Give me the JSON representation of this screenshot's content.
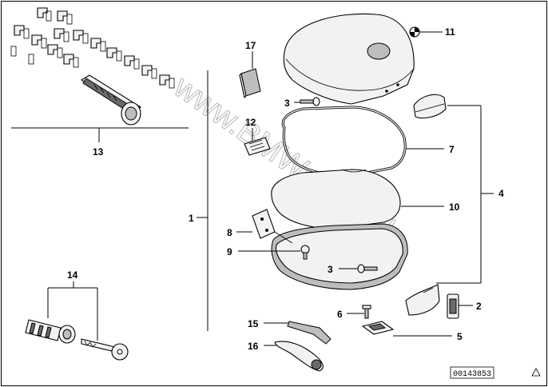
{
  "callouts": {
    "c1": "1",
    "c2": "2",
    "c3a": "3",
    "c3b": "3",
    "c4": "4",
    "c5": "5",
    "c6": "6",
    "c7": "7",
    "c8": "8",
    "c9": "9",
    "c10": "10",
    "c11": "11",
    "c12": "12",
    "c13": "13",
    "c14": "14",
    "c15": "15",
    "c16": "16",
    "c17": "17"
  },
  "watermark": "www.BMWstore.nl",
  "document_number": "00143853"
}
